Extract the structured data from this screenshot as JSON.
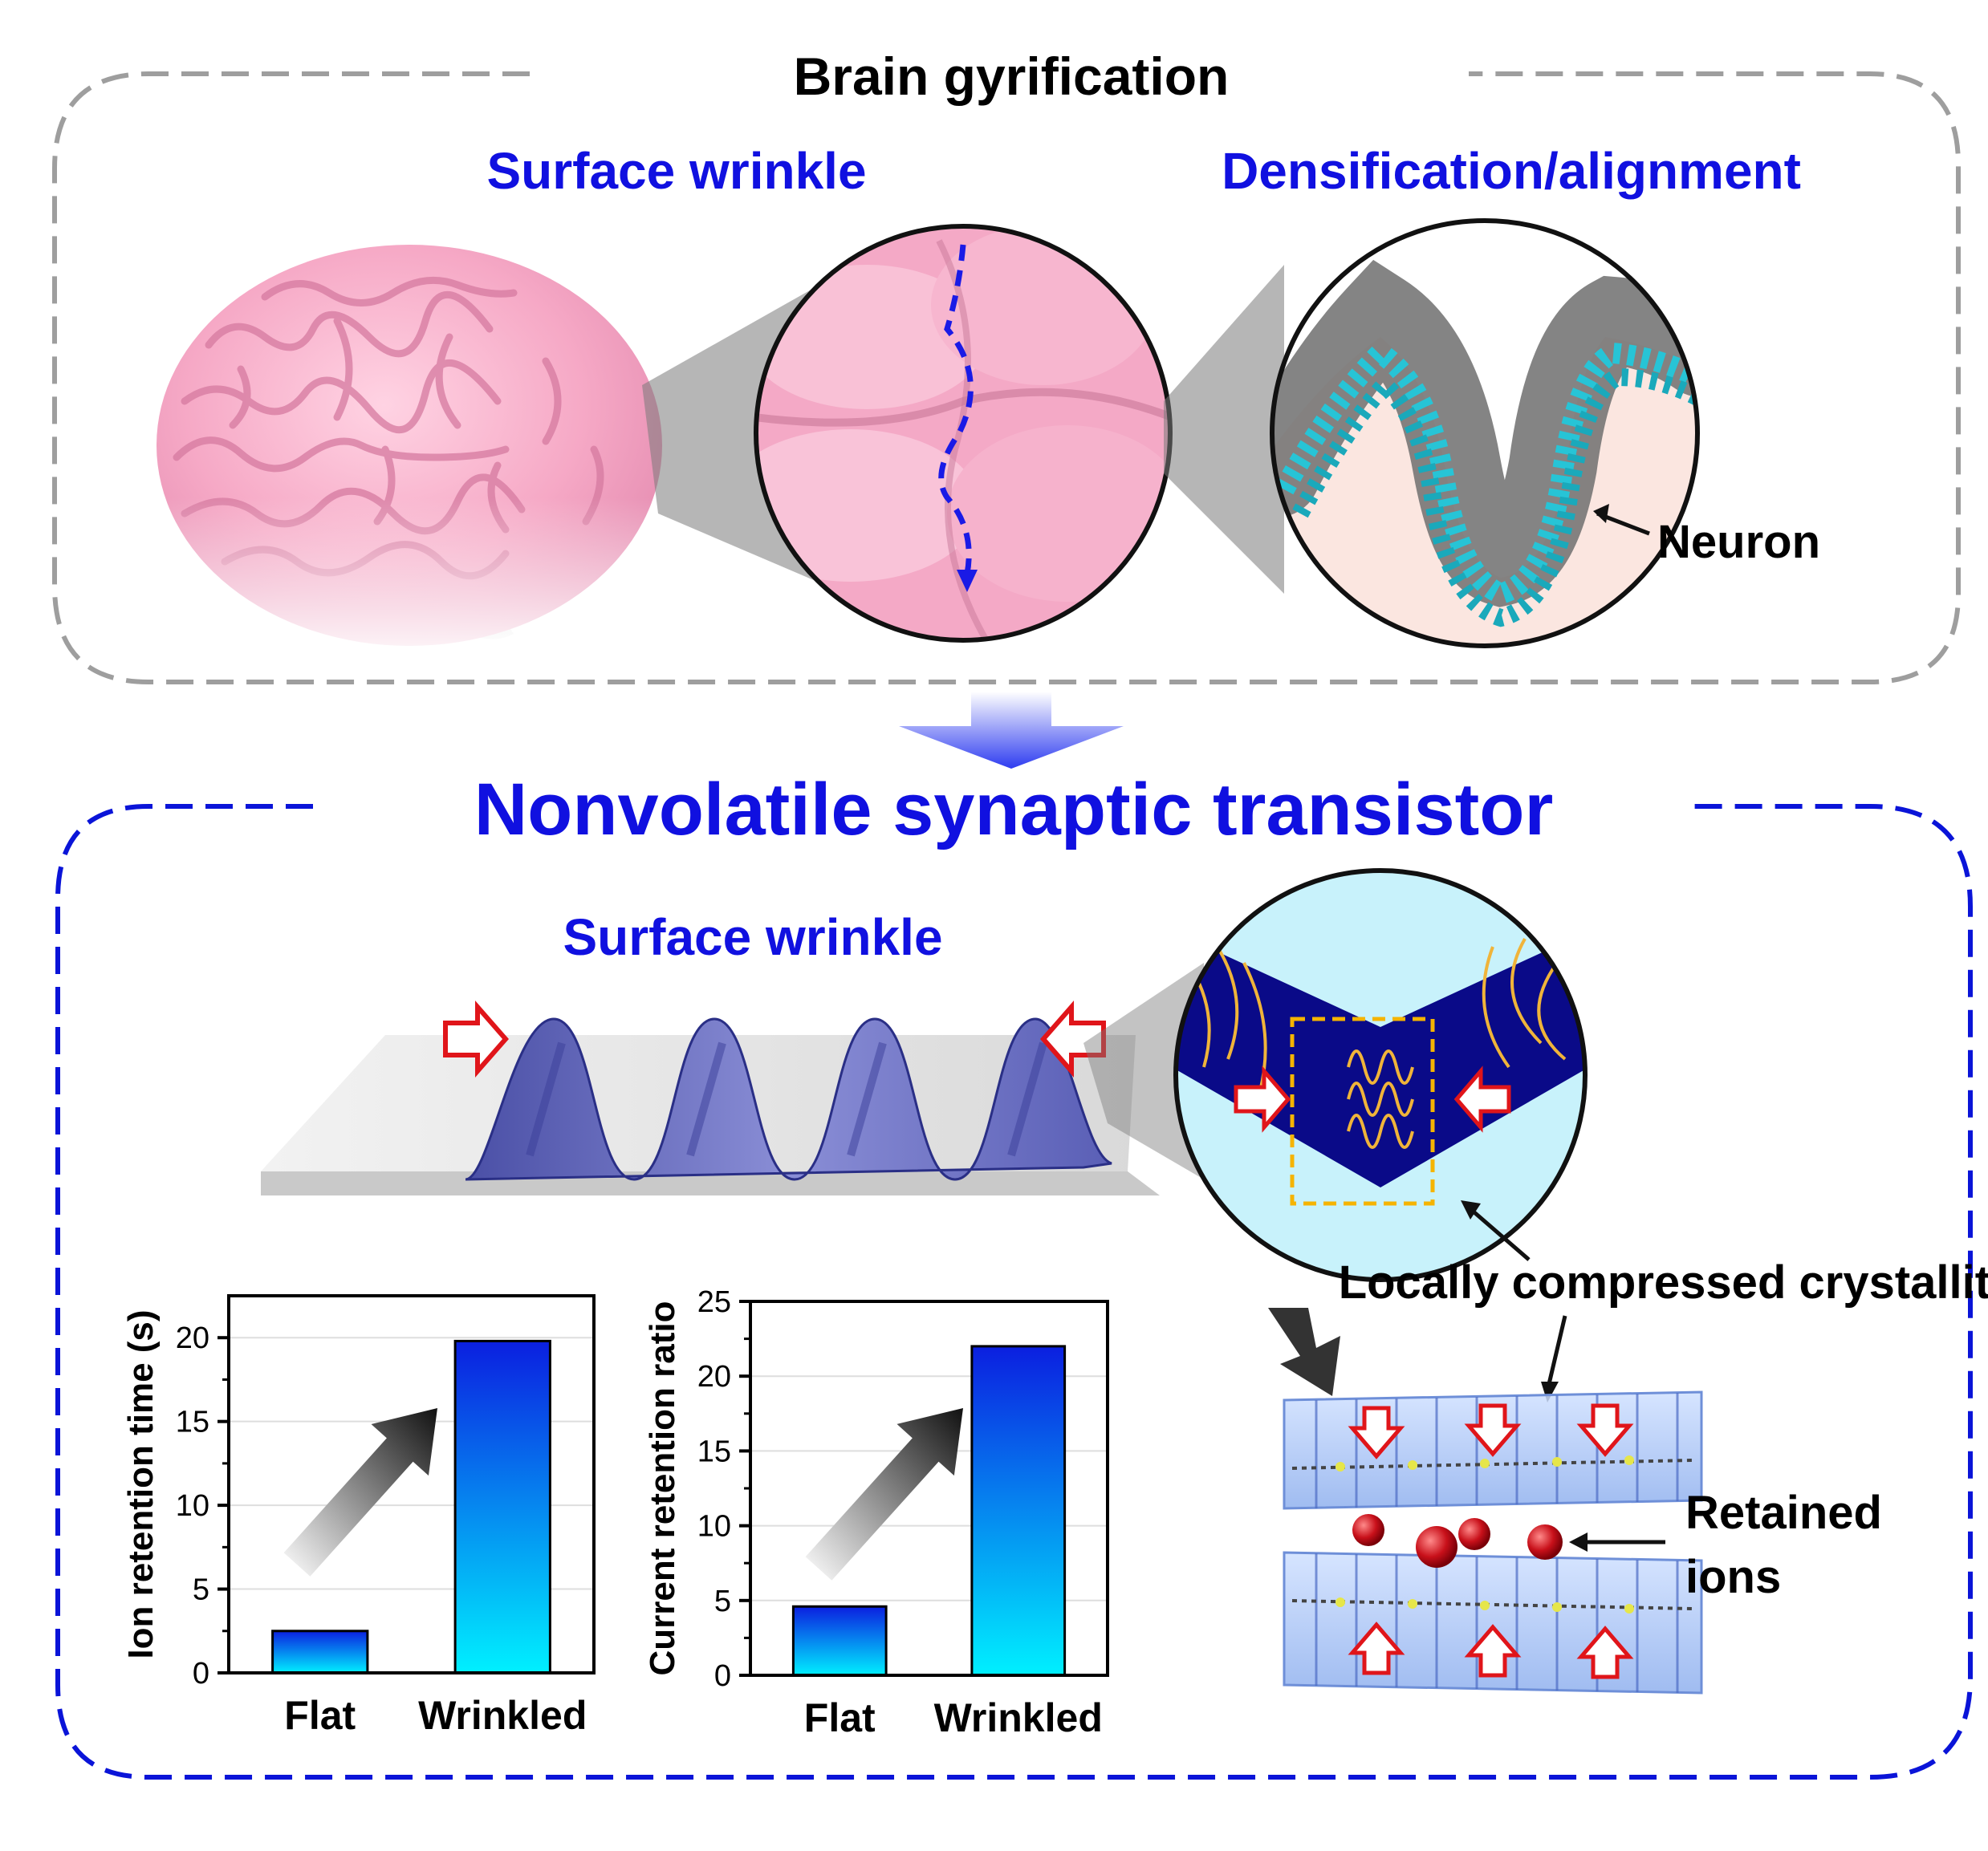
{
  "top_panel": {
    "title": "Brain gyrification",
    "left_subtitle": "Surface wrinkle",
    "right_subtitle": "Densification/alignment",
    "neuron_label": "Neuron",
    "border_color": "#9e9e9e"
  },
  "bottom_panel": {
    "title": "Nonvolatile synaptic transistor",
    "subtitle": "Surface wrinkle",
    "crystallite_label": "Locally compressed crystallite",
    "ions_label_line1": "Retained",
    "ions_label_line2": "ions",
    "border_color": "#0a14d8",
    "accent_text_color": "#1010e0"
  },
  "chart_data": [
    {
      "type": "bar",
      "categories": [
        "Flat",
        "Wrinkled"
      ],
      "values": [
        2.5,
        19.8
      ],
      "xlabel": "",
      "ylabel": "Ion retention time (s)",
      "ylim": [
        0,
        22.5
      ],
      "yticks": [
        0,
        5,
        10,
        15,
        20
      ],
      "grid": true
    },
    {
      "type": "bar",
      "categories": [
        "Flat",
        "Wrinkled"
      ],
      "values": [
        4.6,
        22.0
      ],
      "xlabel": "",
      "ylabel": "Current retention ratio",
      "ylim": [
        0,
        25
      ],
      "yticks": [
        0,
        5,
        10,
        15,
        20,
        25
      ],
      "grid": true
    }
  ]
}
